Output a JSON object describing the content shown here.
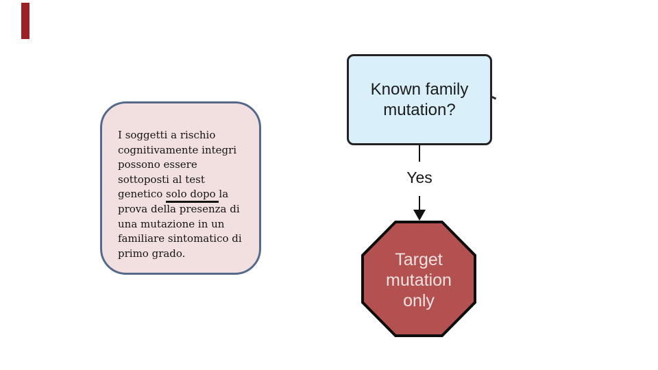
{
  "slide": {
    "background_color": "#ffffff",
    "accent_bar_color": "#9b1f24"
  },
  "note_box": {
    "fill_color": "#f2e0e1",
    "border_color": "#54698c",
    "text_color": "#141414",
    "lines_before": [
      "I soggetti a rischio",
      "cognitivamente integri",
      "possono essere",
      "sottoposti al test"
    ],
    "underline_line": {
      "before": "genetico ",
      "underlined": "solo dopo ",
      "after": "la"
    },
    "lines_after": [
      "prova della presenza di",
      "una mutazione in un",
      "familiare sintomatico di",
      "primo grado."
    ]
  },
  "flowchart": {
    "question_box": {
      "lines": [
        "Known family",
        "mutation?"
      ],
      "fill_color": "#d9effa",
      "border_color": "#222222"
    },
    "edge_label": "Yes",
    "stop_sign": {
      "lines": [
        "Target",
        "mutation",
        "only"
      ],
      "fill_color": "#b25150",
      "border_color": "#0d0d0d",
      "text_color": "#f0e1e1"
    }
  }
}
